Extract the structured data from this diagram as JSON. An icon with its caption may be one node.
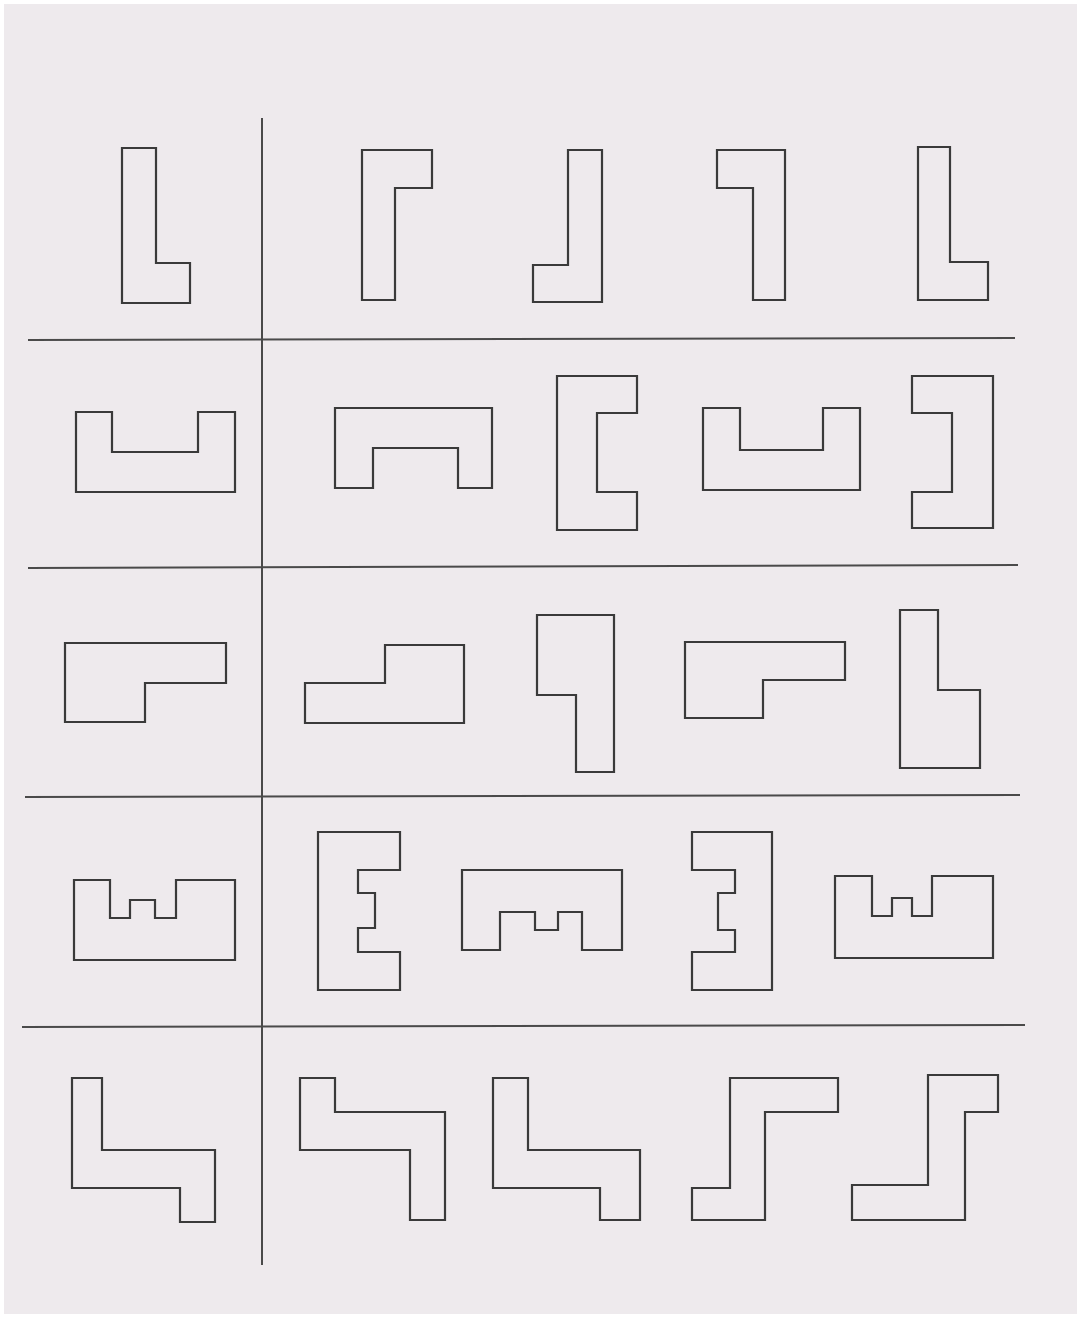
{
  "diagram": {
    "nodes": [
      {
        "text": [],
        "shape": "polygon"
      },
      {
        "text": [],
        "shape": "polygon"
      },
      {
        "text": [],
        "shape": "polygon"
      },
      {
        "text": [],
        "shape": "polygon"
      },
      {
        "text": [],
        "shape": "polygon"
      },
      {
        "text": [],
        "shape": "polygon"
      },
      {
        "text": [],
        "shape": "polygon"
      },
      {
        "text": [],
        "shape": "polygon"
      },
      {
        "text": [],
        "shape": "polygon"
      },
      {
        "text": [],
        "shape": "polygon"
      },
      {
        "text": [],
        "shape": "polygon"
      },
      {
        "text": [],
        "shape": "polygon"
      },
      {
        "text": [],
        "shape": "polygon"
      },
      {
        "text": [],
        "shape": "polygon"
      },
      {
        "text": [],
        "shape": "polygon"
      },
      {
        "text": [],
        "shape": "polygon"
      },
      {
        "text": [],
        "shape": "polygon"
      },
      {
        "text": [],
        "shape": "polygon"
      },
      {
        "text": [],
        "shape": "polygon"
      },
      {
        "text": [],
        "shape": "polygon"
      },
      {
        "text": [],
        "shape": "polygon"
      },
      {
        "text": [],
        "shape": "polygon"
      },
      {
        "text": [],
        "shape": "polygon"
      },
      {
        "text": [],
        "shape": "polygon"
      },
      {
        "text": [],
        "shape": "polygon"
      }
    ]
  }
}
